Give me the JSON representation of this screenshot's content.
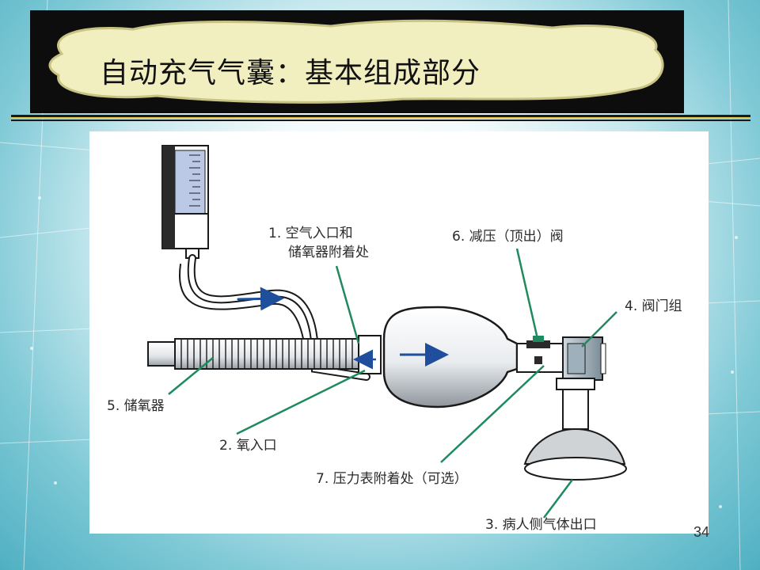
{
  "slide": {
    "title": "自动充气气囊：基本组成部分",
    "page_number": "34"
  },
  "diagram": {
    "labels": {
      "air_inlet_line1": "1. 空气入口和",
      "air_inlet_line2": "储氧器附着处",
      "oxygen_inlet": "2. 氧入口",
      "patient_outlet": "3. 病人侧气体出口",
      "valve_assembly": "4. 阀门组",
      "reservoir": "5. 储氧器",
      "pressure_relief_valve": "6. 减压（顶出）阀",
      "manometer_attachment": "7. 压力表附着处（可选）"
    }
  },
  "colors": {
    "label_line": "#1e8a5e",
    "flow_arrow": "#1f4e9c",
    "title_bar": "#0d0d0d",
    "cloud_fill": "#f1efbf",
    "rule_gold": "#e6c34a"
  }
}
